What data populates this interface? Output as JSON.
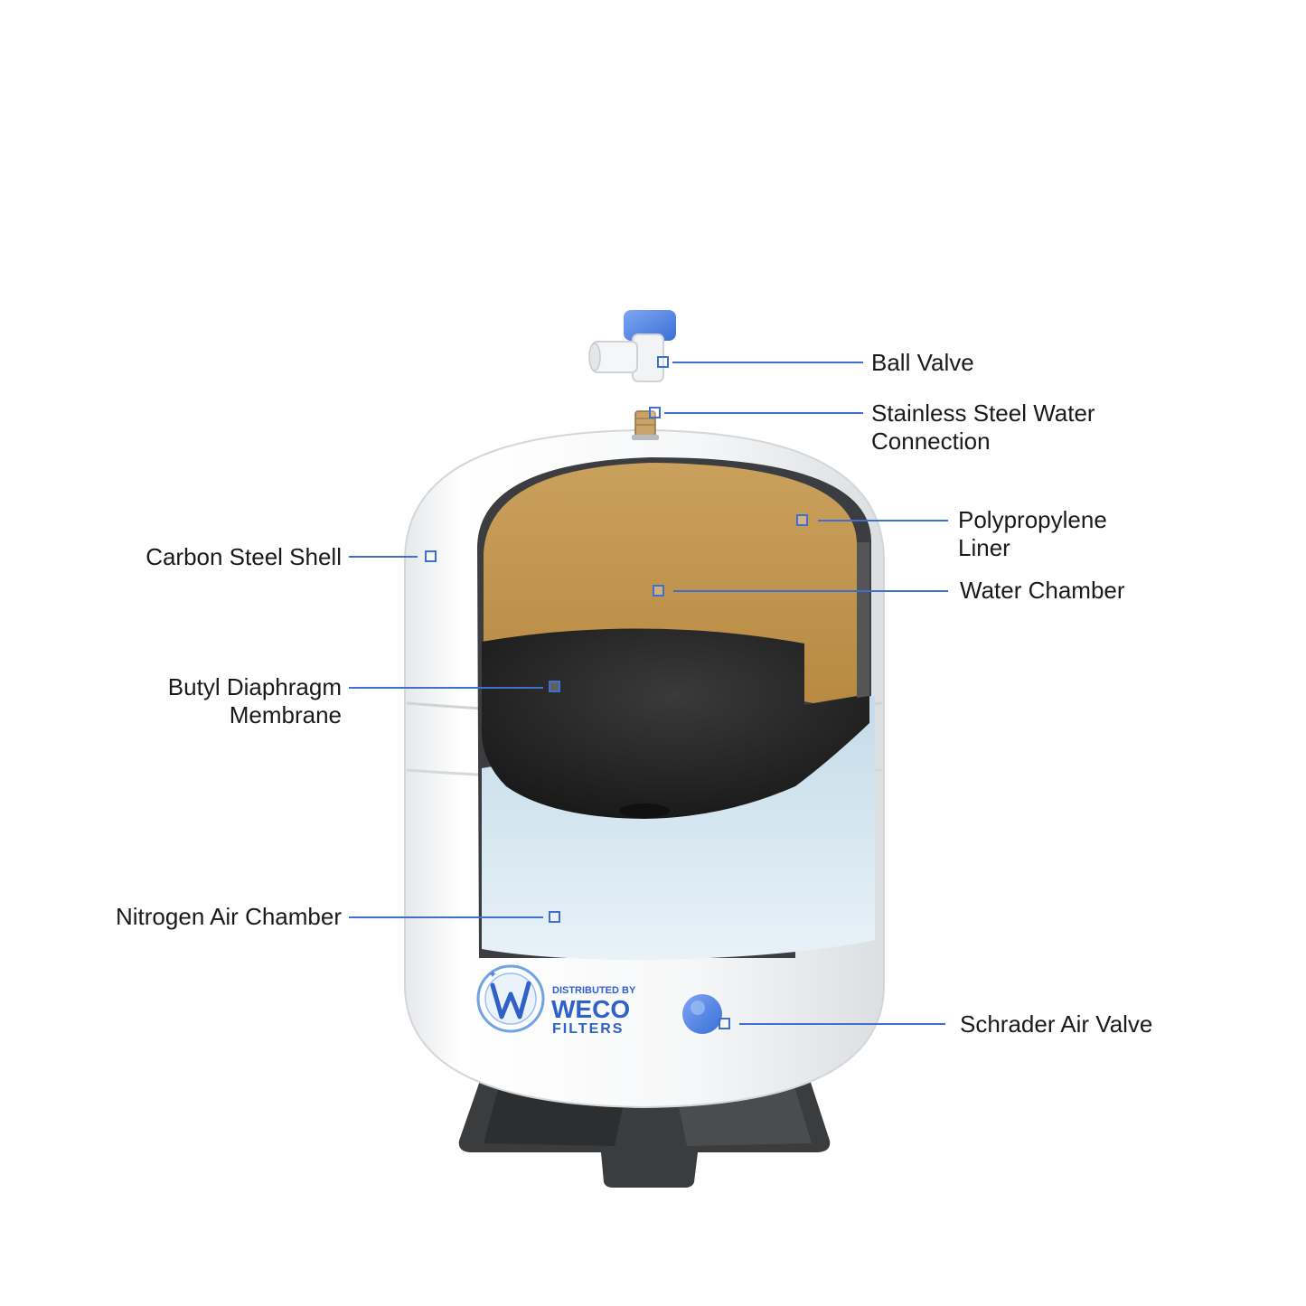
{
  "colors": {
    "accent": "#3f6fcf",
    "shell": "#ffffff",
    "water": "#c79b52",
    "diaphragm": "#2f2f2f",
    "air": "#cfe3ef",
    "stand": "#3c3c3c",
    "valve": "#4f86e6"
  },
  "logo": {
    "line1": "DISTRIBUTED BY",
    "line2": "WECO",
    "line3": "FILTERS"
  },
  "labels": {
    "ball_valve": [
      "Ball Valve"
    ],
    "stainless_connection": [
      "Stainless Steel Water",
      "Connection"
    ],
    "polypropylene_liner": [
      "Polypropylene",
      "Liner"
    ],
    "water_chamber": [
      "Water Chamber"
    ],
    "carbon_steel_shell": [
      "Carbon Steel Shell"
    ],
    "butyl_diaphragm": [
      "Butyl Diaphragm",
      "Membrane"
    ],
    "nitrogen_air_chamber": [
      "Nitrogen Air Chamber"
    ],
    "schrader_air_valve": [
      "Schrader Air Valve"
    ]
  }
}
